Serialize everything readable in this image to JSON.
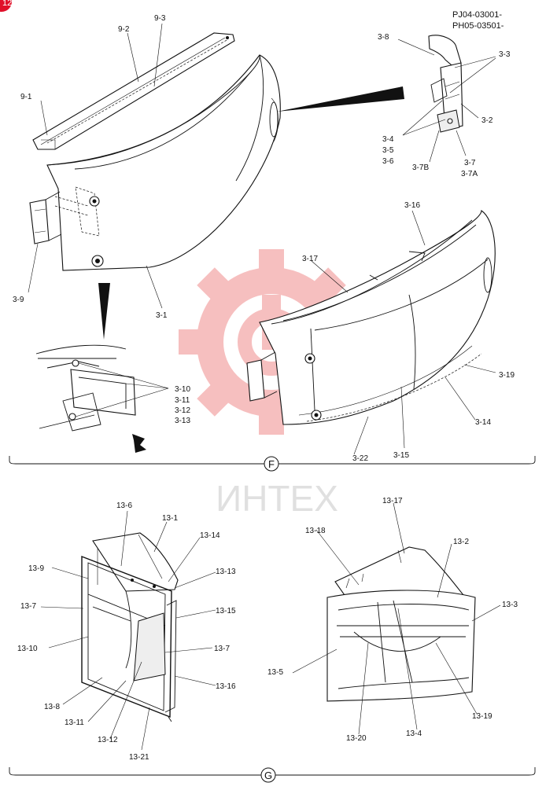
{
  "header": {
    "line1": "PJ04-03001-",
    "line2": "PH05-03501-"
  },
  "corner_badge": "12",
  "sections": {
    "upper": "F",
    "lower": "G"
  },
  "watermark": {
    "text": "ИНТЕХ",
    "color": "#f2a0a0"
  },
  "labels": {
    "p9_1": "9-1",
    "p9_2": "9-2",
    "p9_3": "9-3",
    "p3_1": "3-1",
    "p3_2": "3-2",
    "p3_3": "3-3",
    "p3_4": "3-4",
    "p3_5": "3-5",
    "p3_6": "3-6",
    "p3_7": "3-7",
    "p3_7a": "3-7A",
    "p3_7b": "3-7B",
    "p3_8": "3-8",
    "p3_9": "3-9",
    "p3_10": "3-10",
    "p3_11": "3-11",
    "p3_12": "3-12",
    "p3_13": "3-13",
    "p3_14": "3-14",
    "p3_15": "3-15",
    "p3_16": "3-16",
    "p3_17": "3-17",
    "p3_19": "3-19",
    "p3_22": "3-22",
    "p13_1": "13-1",
    "p13_2": "13-2",
    "p13_3": "13-3",
    "p13_4": "13-4",
    "p13_5": "13-5",
    "p13_6": "13-6",
    "p13_7a": "13-7",
    "p13_7b": "13-7",
    "p13_8": "13-8",
    "p13_9": "13-9",
    "p13_10": "13-10",
    "p13_11": "13-11",
    "p13_12": "13-12",
    "p13_13": "13-13",
    "p13_14": "13-14",
    "p13_15": "13-15",
    "p13_16": "13-16",
    "p13_17": "13-17",
    "p13_18": "13-18",
    "p13_19": "13-19",
    "p13_20": "13-20",
    "p13_21": "13-21"
  }
}
